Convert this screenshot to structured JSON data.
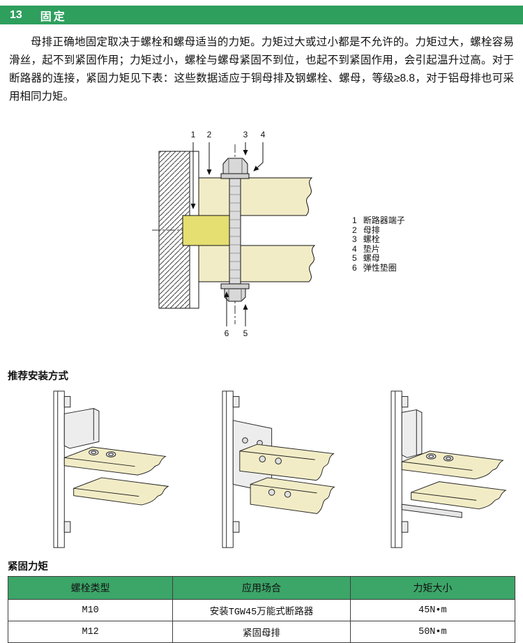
{
  "header": {
    "number": "13",
    "title": "固定"
  },
  "intro": "母排正确地固定取决于螺栓和螺母适当的力矩。力矩过大或过小都是不允许的。力矩过大，螺栓容易滑丝，起不到紧固作用；力矩过小，螺栓与螺母紧固不到位，也起不到紧固作用，会引起温升过高。对于断路器的连接，紧固力矩见下表：这些数据适应于铜母排及钢螺栓、螺母，等级≥8.8，对于铝母排也可采用相同力矩。",
  "bolt_diagram": {
    "callouts": {
      "c1": "1",
      "c2": "2",
      "c3": "3",
      "c4": "4",
      "c5": "5",
      "c6": "6"
    },
    "legend": [
      {
        "num": "1",
        "label": "断路器端子"
      },
      {
        "num": "2",
        "label": "母排"
      },
      {
        "num": "3",
        "label": "螺栓"
      },
      {
        "num": "4",
        "label": "垫片"
      },
      {
        "num": "5",
        "label": "螺母"
      },
      {
        "num": "6",
        "label": "弹性垫圈"
      }
    ]
  },
  "install_section": {
    "heading": "推荐安装方式"
  },
  "torque_section": {
    "heading": "紧固力矩",
    "table": {
      "headers": [
        "螺栓类型",
        "应用场合",
        "力矩大小"
      ],
      "rows": [
        [
          "M10",
          "安装TGW45万能式断路器",
          "45N•m"
        ],
        [
          "M12",
          "紧固母排",
          "50N•m"
        ]
      ]
    }
  },
  "colors": {
    "section_bar_green": "#2E9F5D",
    "table_header_green": "#3CA568",
    "busbar_cream": "#F2ECC6",
    "terminal_yellow": "#E5DE71"
  }
}
